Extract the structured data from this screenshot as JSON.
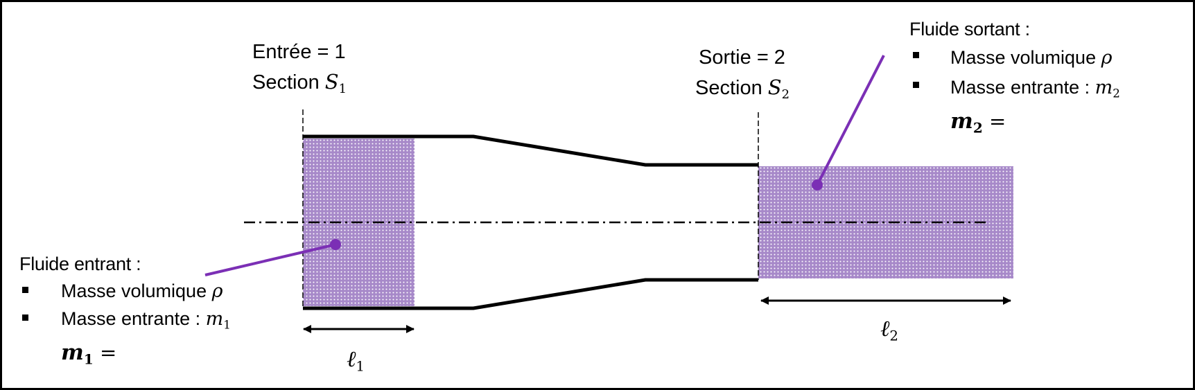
{
  "colors": {
    "frame": "#000000",
    "pipe": "#000000",
    "fluid_fill": "#a789c9",
    "leader": "#7b2fb5",
    "dot": "#7b2fb5"
  },
  "inlet": {
    "line1": "Entrée = 1",
    "line2_prefix": "Section ",
    "line2_symbol": "S",
    "line2_sub": "1"
  },
  "outlet": {
    "line1": "Sortie = 2",
    "line2_prefix": "Section ",
    "line2_symbol": "S",
    "line2_sub": "2"
  },
  "fluid_in": {
    "title": "Fluide entrant :",
    "item1_text": "Masse volumique ",
    "item1_symbol": "ρ",
    "item2_text": "Masse entrante : ",
    "item2_symbol": "m",
    "item2_sub": "1",
    "result_symbol": "m",
    "result_sub": "1",
    "result_eq": " ="
  },
  "fluid_out": {
    "title": "Fluide sortant :",
    "item1_text": "Masse volumique ",
    "item1_symbol": "ρ",
    "item2_text": "Masse entrante : ",
    "item2_symbol": "m",
    "item2_sub": "2",
    "result_symbol": "m",
    "result_sub": "2",
    "result_eq": " ="
  },
  "length1": {
    "symbol": "ℓ",
    "sub": "1"
  },
  "length2": {
    "symbol": "ℓ",
    "sub": "2"
  }
}
